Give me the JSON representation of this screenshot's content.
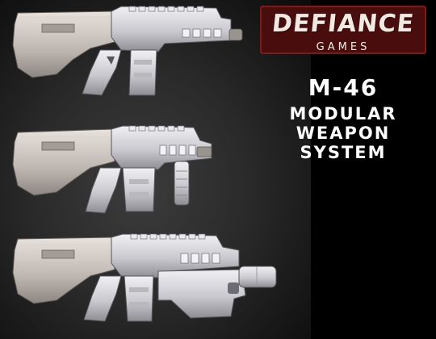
{
  "logo": {
    "word": "DEFIANCE",
    "sub": "GAMES",
    "colors": {
      "background": "#4a0d0e",
      "text": "#f2e9e2",
      "border": "#7d1a1a"
    }
  },
  "title": {
    "model": "M-46",
    "lines": [
      "MODULAR",
      "WEAPON",
      "SYSTEM"
    ]
  },
  "colors": {
    "background": "#000000",
    "metal": "#cdcdd2",
    "metal_dark": "#7a7a80"
  }
}
